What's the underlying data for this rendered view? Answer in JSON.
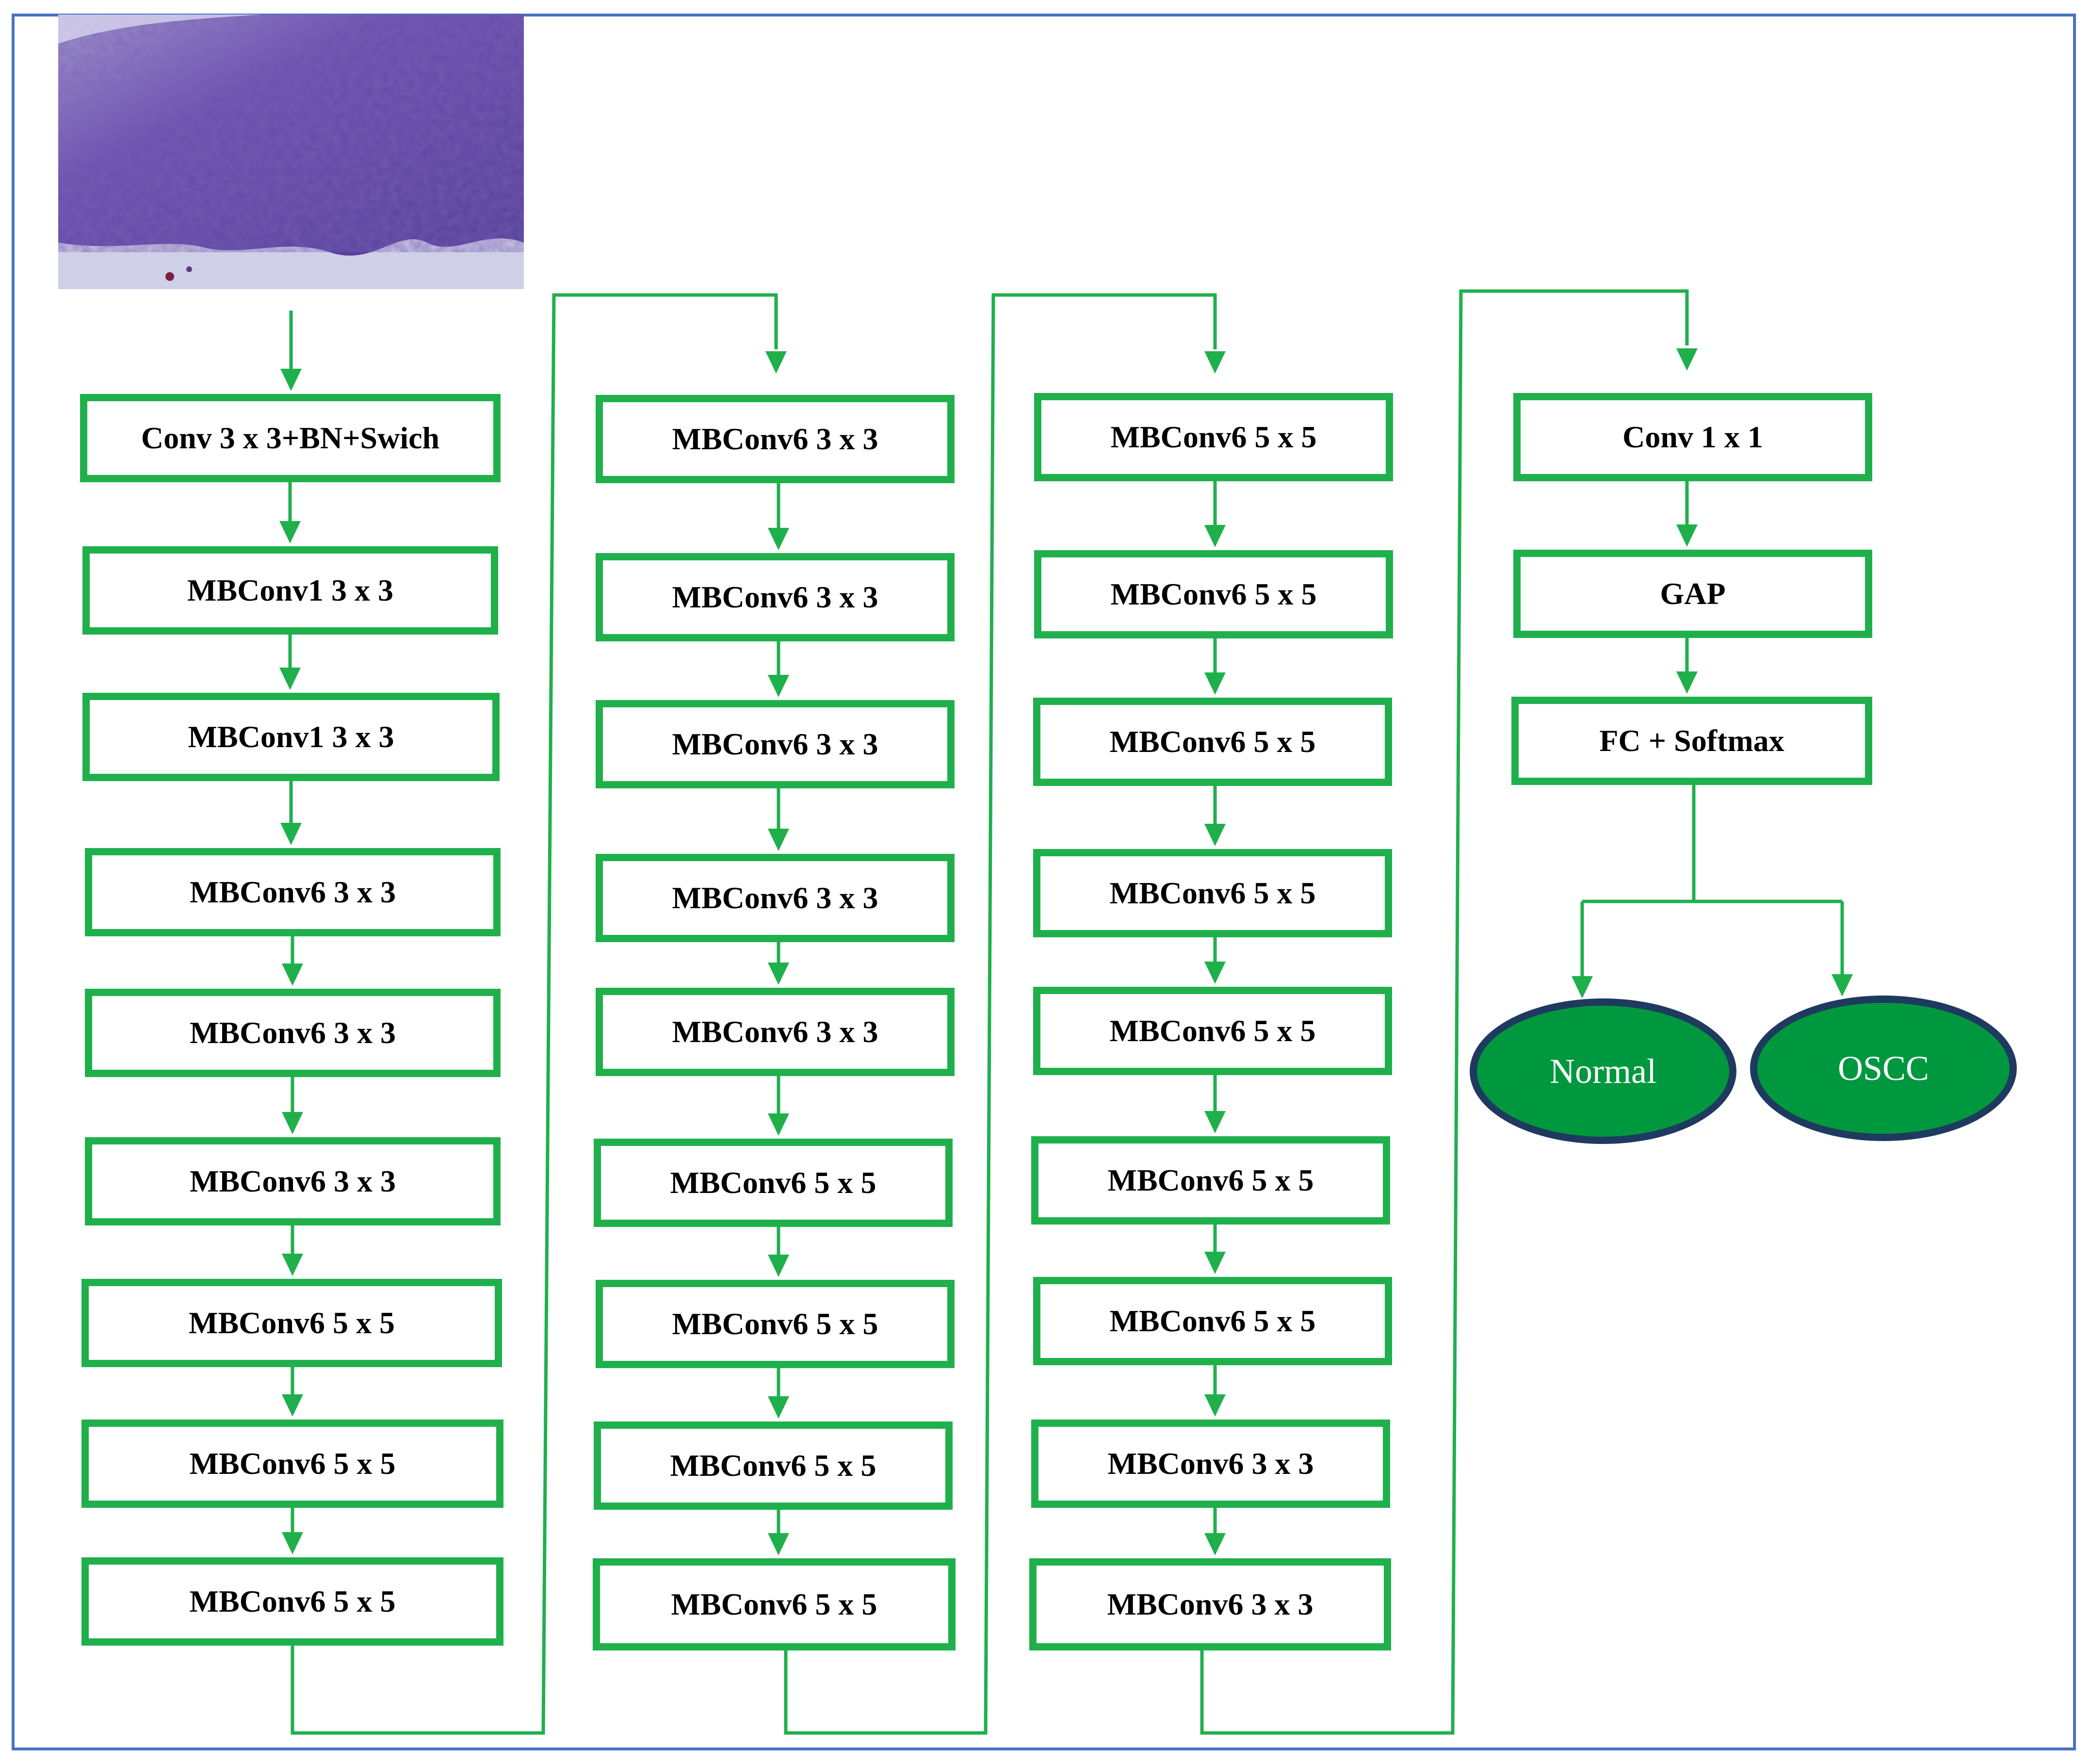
{
  "colors": {
    "box_border": "#1fb04c",
    "arrow": "#1fb04c",
    "frame": "#4a72c4",
    "oval_fill": "#00983e",
    "oval_border": "#1f3a5f"
  },
  "input_image": {
    "icon": "histology-tissue-image"
  },
  "columns": [
    {
      "blocks": [
        "Conv 3 x 3+BN+Swich",
        "MBConv1 3 x 3",
        "MBConv1 3 x 3",
        "MBConv6 3 x 3",
        "MBConv6 3 x 3",
        "MBConv6 3 x 3",
        "MBConv6 5 x 5",
        "MBConv6 5 x 5",
        "MBConv6 5 x 5"
      ]
    },
    {
      "blocks": [
        "MBConv6 3 x 3",
        "MBConv6 3 x 3",
        "MBConv6 3 x 3",
        "MBConv6 3 x 3",
        "MBConv6 3 x 3",
        "MBConv6 5 x 5",
        "MBConv6 5 x 5",
        "MBConv6 5 x 5",
        "MBConv6 5 x 5"
      ]
    },
    {
      "blocks": [
        "MBConv6 5 x 5",
        "MBConv6 5 x 5",
        "MBConv6 5 x 5",
        "MBConv6 5 x 5",
        "MBConv6 5 x 5",
        "MBConv6 5 x 5",
        "MBConv6 5 x 5",
        "MBConv6 3 x 3",
        "MBConv6 3 x 3"
      ]
    },
    {
      "blocks": [
        "Conv 1 x 1",
        "GAP",
        "FC + Softmax"
      ]
    }
  ],
  "outputs": [
    "Normal",
    "OSCC"
  ]
}
